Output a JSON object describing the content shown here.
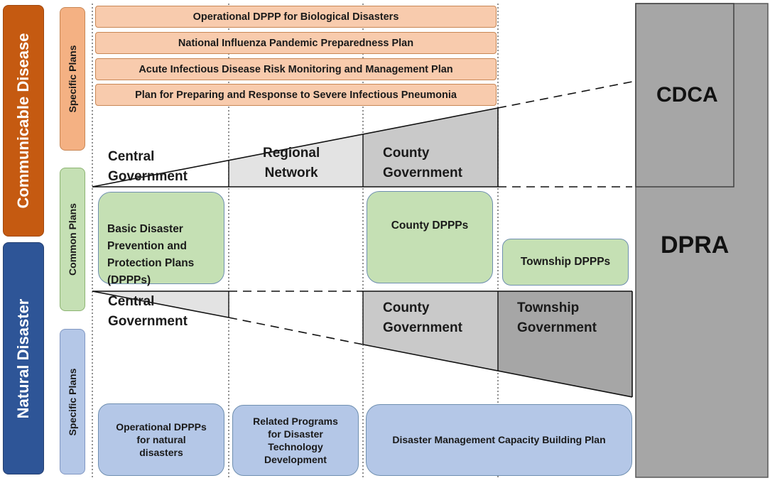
{
  "left_bands": {
    "communicable": "Communicable Disease",
    "natural": "Natural Disaster"
  },
  "plan_types": {
    "specific_top": "Specific  Plans",
    "common": "Common Plans",
    "specific_bottom": "Specific  Plans"
  },
  "communicable_specific_plans": [
    "Operational DPPP for Biological Disasters",
    "National Influenza Pandemic Preparedness Plan",
    "Acute Infectious Disease Risk Monitoring and Management Plan",
    "Plan for Preparing and Response to Severe Infectious Pneumonia"
  ],
  "communicable_levels": {
    "central": "Central\nGovernment",
    "regional": "Regional\nNetwork",
    "county": "County\nGovernment"
  },
  "common_plans": {
    "basic": "Basic Disaster\nPrevention and\nProtection Plans\n(DPPPs)",
    "county": "County DPPPs",
    "township": "Township DPPPs"
  },
  "natural_levels": {
    "central": "Central\nGovernment",
    "county": "County\nGovernment",
    "township": "Township\nGovernment"
  },
  "natural_specific_plans": {
    "operational": "Operational DPPPs\nfor natural\ndisasters",
    "programs": "Related Programs\nfor Disaster\nTechnology\nDevelopment",
    "capacity": "Disaster Management Capacity Building Plan"
  },
  "agencies": {
    "cdca": "CDCA",
    "dpra": "DPRA"
  },
  "colors": {
    "communicable_band": "#c55a11",
    "natural_band": "#2e5597",
    "specific_orange": "#f4b183",
    "common_green": "#c5e0b4",
    "specific_blue": "#b4c7e7",
    "agency_gray": "#a6a6a6"
  }
}
